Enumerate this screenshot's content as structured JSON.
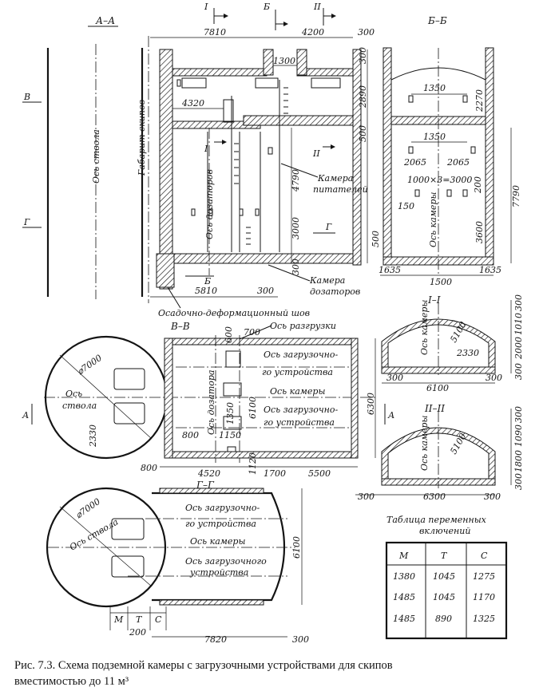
{
  "sections": {
    "aa": "А–А",
    "bb": "Б–Б",
    "vv": "В–В",
    "gg": "Г–Г",
    "i_i": "I–I",
    "ii_ii": "II–II"
  },
  "cut_marks": {
    "i": "I",
    "b": "Б",
    "ii": "II",
    "v": "В",
    "g": "Г",
    "a": "А"
  },
  "labels": {
    "shaft_axis": "Ось ствола",
    "skip_gauge": "Габарит скипов",
    "dosers_axis": "Ось дозаторов",
    "feeders_chamber_1": "Камера",
    "feeders_chamber_2": "питателей",
    "dosers_chamber_1": "Камера",
    "dosers_chamber_2": "дозаторов",
    "settlement_joint": "Осадочно-деформационный шов",
    "unloading_axis": "Ось разгрузки",
    "loader_axis_a1": "Ось загрузочно-",
    "loader_axis_a2": "го устройства",
    "chamber_axis": "Ось камеры",
    "loader_axis_b1": "Ось загрузочно-",
    "loader_axis_b2": "го устройства",
    "chamber_axis_v": "Ось камеры",
    "shaft_axis_plan": "Ось",
    "shaft_axis_plan2": "ствола",
    "dosers_axis_plan": "Ось дозатора",
    "gg_loader_1a": "Ось загрузочно-",
    "gg_loader_1b": "го устройства",
    "gg_chamber": "Ось камеры",
    "gg_loader_2a": "Ось загрузочного",
    "gg_loader_2b": "устройства",
    "gg_shaft": "Ось ствола",
    "diam1": "⌀7000",
    "diam2": "⌀7000",
    "mtc_m": "М",
    "mtc_t": "Т",
    "mtc_c": "С"
  },
  "dims": {
    "d7810": "7810",
    "d4200": "4200",
    "d300a": "300",
    "d1300": "1300",
    "d300b": "300",
    "d2890": "2890",
    "d4320": "4320",
    "d500a": "500",
    "d4790": "4790",
    "d3000": "3000",
    "d300c": "300",
    "d5810": "5810",
    "d300d": "300",
    "bb1350a": "1350",
    "bb2270": "2270",
    "bb1350b": "1350",
    "bb2065a": "2065",
    "bb2065b": "2065",
    "bb1000": "1000×3=3000",
    "bb200": "200",
    "bb150": "150",
    "bb3600": "3600",
    "bb7790": "7790",
    "bb500": "500",
    "bb1635a": "1635",
    "bb1500": "1500",
    "bb1635b": "1635",
    "vv600": "600",
    "vv700": "700",
    "vv6100": "6100",
    "vv1350": "1350",
    "vv800a": "800",
    "vv1150": "1150",
    "vv2330": "2330",
    "vv6300": "6300",
    "vv800b": "800",
    "vv4520": "4520",
    "vv1120": "1120",
    "vv1700": "1700",
    "vv5500": "5500",
    "i300a": "300",
    "i1010": "1010",
    "i5100": "5100",
    "i2330": "2330",
    "i2000": "2000",
    "i300b": "300",
    "i300c": "300",
    "i6100": "6100",
    "i300d": "300",
    "ii300a": "300",
    "ii1090": "1090",
    "ii5100": "5100",
    "ii1800": "1800",
    "ii300b": "300",
    "ii300c": "300",
    "ii6300": "6300",
    "ii300d": "300",
    "gg6100": "6100",
    "gg200": "200",
    "gg7820": "7820",
    "gg300": "300"
  },
  "table": {
    "title1": "Таблица переменных",
    "title2": "включений",
    "headers": [
      "М",
      "Т",
      "С"
    ],
    "rows": [
      [
        "1380",
        "1045",
        "1275"
      ],
      [
        "1485",
        "1045",
        "1170"
      ],
      [
        "1485",
        "890",
        "1325"
      ]
    ]
  },
  "caption": {
    "line1": "Рис. 7.3. Схема подземной камеры с загрузочными устройствами для скипов",
    "line2": "вместимостью до 11 м³"
  }
}
